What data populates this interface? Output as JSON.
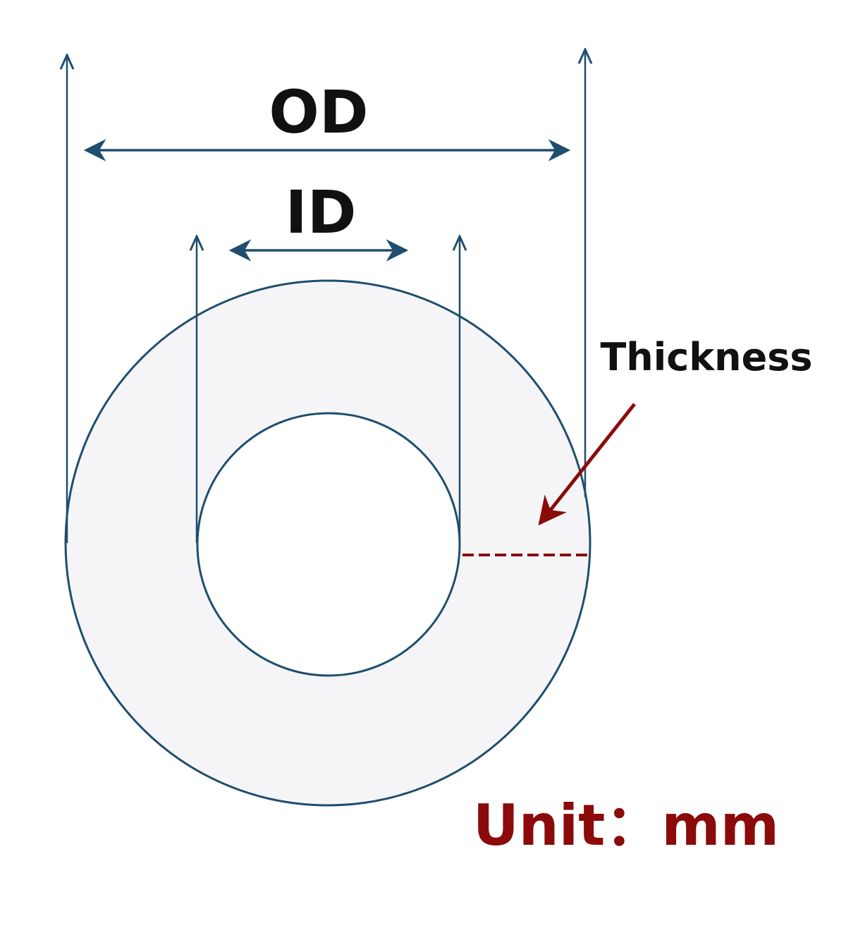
{
  "labels": {
    "od": "OD",
    "id": "ID",
    "thickness": "Thickness",
    "unit": "Unit：mm"
  },
  "colors": {
    "line": "#1f4e6e",
    "text": "#111111",
    "accent": "#8b0a0a",
    "ring_fill": "#f5f5f7"
  }
}
